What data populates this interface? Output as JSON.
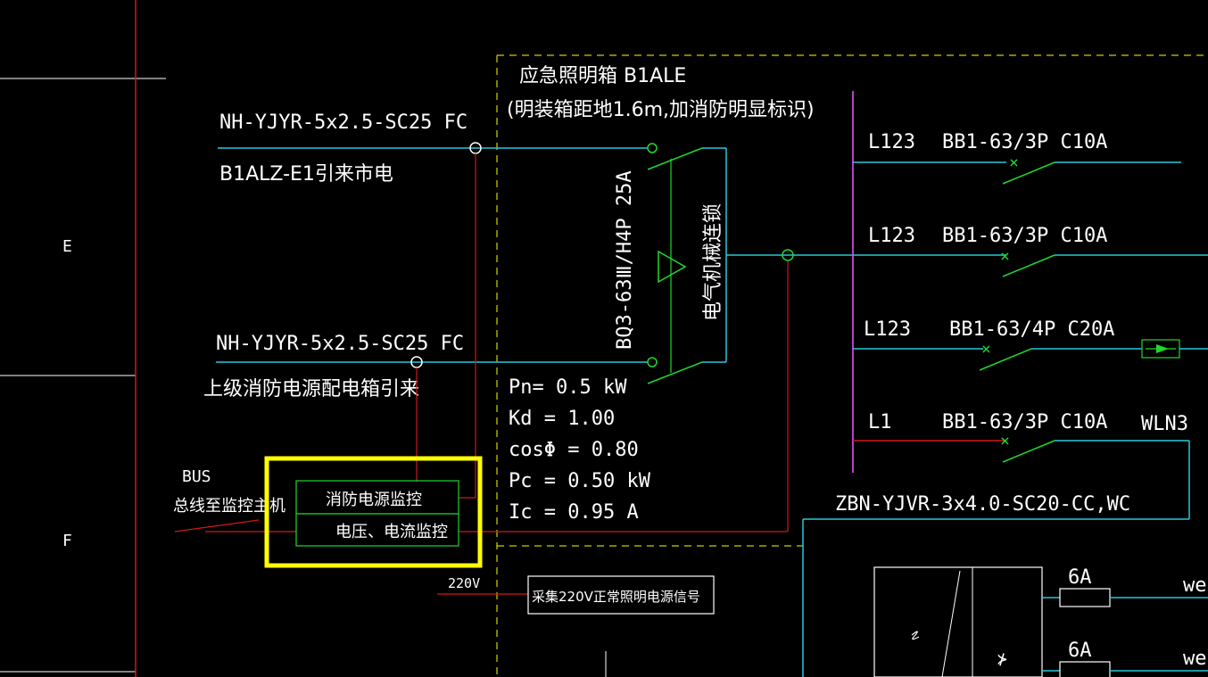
{
  "colors": {
    "background": "#000000",
    "red": "#d01818",
    "cyan": "#29c8d8",
    "green": "#1fd82e",
    "magenta": "#c84ad8",
    "yellow": "#ffff00",
    "white": "#ffffff"
  },
  "left_panel": {
    "row_e": "E",
    "row_f": "F"
  },
  "feeder1": {
    "cable": "NH-YJYR-5x2.5-SC25 FC",
    "source": "B1ALZ-E1引来市电"
  },
  "feeder2": {
    "cable": "NH-YJYR-5x2.5-SC25 FC",
    "source": "上级消防电源配电箱引来"
  },
  "box": {
    "title": "应急照明箱 B1ALE",
    "note": "(明装箱距地1.6m,加消防明显标识)",
    "ats": "BQ3-63Ⅲ/H4P 25A",
    "interlock": "电气机械连锁"
  },
  "params": {
    "pn": "Pn=  0.5  kW",
    "kd": "Kd  =  1.00",
    "cos": "cosΦ  =  0.80",
    "pc": "Pc  =  0.50  kW",
    "ic": "Ic  =  0.95  A"
  },
  "bus": {
    "label": "BUS",
    "desc": "总线至监控主机"
  },
  "monitor": {
    "fire_power": "消防电源监控",
    "volt_current": "电压、电流监控"
  },
  "signal": {
    "voltage": "220V",
    "collect": "采集220V正常照明电源信号"
  },
  "circuits": [
    {
      "phase": "L123",
      "breaker": "BB1-63/3P C10A"
    },
    {
      "phase": "L123",
      "breaker": "BB1-63/3P C10A"
    },
    {
      "phase": "L123",
      "breaker": "BB1-63/4P C20A"
    },
    {
      "phase": "L1",
      "breaker": "BB1-63/3P C10A"
    }
  ],
  "circuit4_tag": "WLN3",
  "circuit4_cable": "ZBN-YJVR-3x4.0-SC20-CC,WC",
  "fuses": [
    "6A",
    "6A"
  ],
  "fuse_tags": [
    "we",
    "we"
  ]
}
